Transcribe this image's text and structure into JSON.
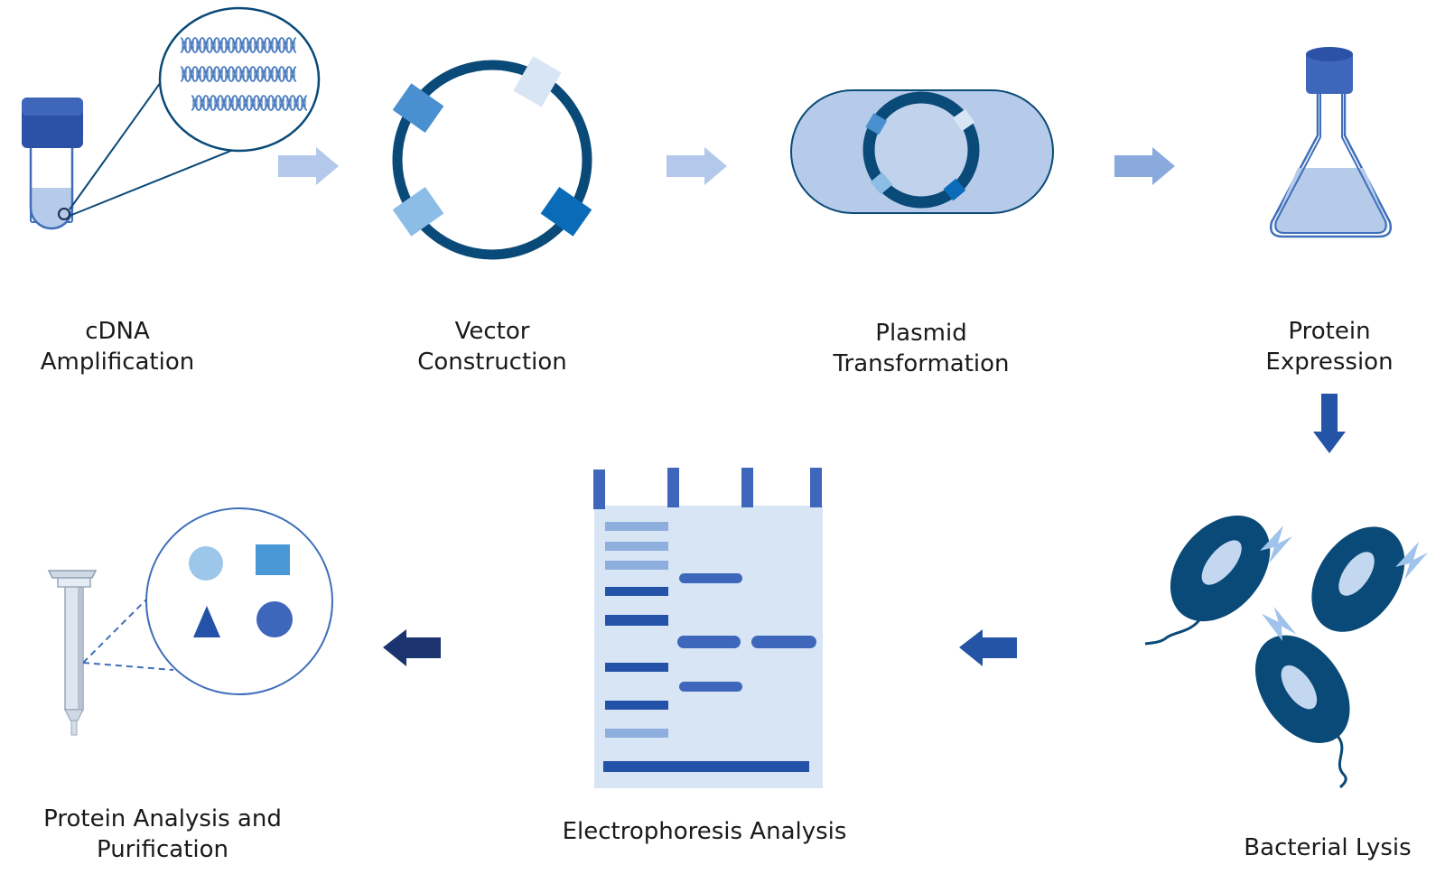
{
  "colors": {
    "dark_navy": "#0a4a78",
    "medium_blue": "#3f6fba",
    "light_blue": "#b6cbe9",
    "pale_blue": "#d7e5f5",
    "arrow_light": "#b4c8eb",
    "arrow_mid": "#8aaade",
    "arrow_dark": "#2454a6",
    "arrow_darkest": "#1b3470"
  },
  "steps": [
    {
      "id": "cdna",
      "line1": "cDNA",
      "line2": "Amplification"
    },
    {
      "id": "vector",
      "line1": "Vector",
      "line2": "Construction"
    },
    {
      "id": "plasmid",
      "line1": "Plasmid",
      "line2": "Transformation"
    },
    {
      "id": "expression",
      "line1": "Protein",
      "line2": "Expression"
    },
    {
      "id": "lysis",
      "line1": "Bacterial Lysis",
      "line2": ""
    },
    {
      "id": "electrophoresis",
      "line1": "Electrophoresis Analysis",
      "line2": ""
    },
    {
      "id": "purification",
      "line1": "Protein Analysis and",
      "line2": "Purification"
    }
  ],
  "icons": [
    "test-tube-icon",
    "dna-strands-icon",
    "plasmid-vector-icon",
    "bacterium-plasmid-icon",
    "flask-icon",
    "bacteria-lysis-icon",
    "gel-electrophoresis-icon",
    "spin-column-icon",
    "protein-shapes-icon"
  ]
}
